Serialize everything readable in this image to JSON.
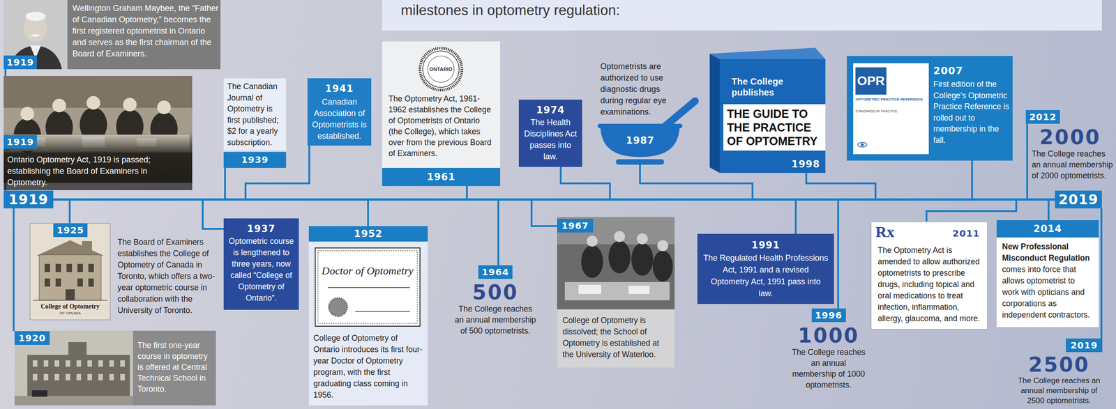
{
  "diagram": {
    "nodes": [
      {
        "text": [
          "milestones in optometry regulation:"
        ]
      },
      {
        "text": [
          "Wellington Graham Maybee, the “Father of Canadian Optometry,” becomes the first registered optometrist in Ontario and serves as the first chairman of the Board of Examiners.",
          "1919"
        ]
      },
      {
        "text": [
          "1919",
          "Ontario Optometry Act, 1919 is passed; establishing the Board of Examiners in Optometry."
        ]
      },
      {
        "text": [
          "1919"
        ]
      },
      {
        "text": [
          "The Canadian Journal of Optometry is first published; $2 for a yearly subscription.",
          "1939"
        ]
      },
      {
        "text": [
          "1941",
          "Canadian Association of Optometrists is established."
        ]
      },
      {
        "text": [
          "The Optometry Act, 1961-1962 establishes the College of Optometrists of Ontario (the College), which takes over from the previous Board of Examiners.",
          "1961"
        ]
      },
      {
        "text": [
          "1974",
          "The Health Disciplines Act passes into law."
        ]
      },
      {
        "text": [
          "Optometrists are authorized to use diagnostic drugs during regular eye examinations.",
          "1987"
        ]
      },
      {
        "text": [
          "The College publishes",
          "THE GUIDE TO THE PRACTICE OF OPTOMETRY",
          "1998"
        ]
      },
      {
        "text": [
          "2007",
          "First edition of the College’s Optometric Practice Reference is rolled out to membership in the fall."
        ]
      },
      {
        "text": [
          "2012",
          "2000",
          "The College reaches an annual membership of 2000 optometrists."
        ]
      },
      {
        "text": [
          "2019"
        ]
      },
      {
        "text": [
          "1925",
          "The Board of Examiners establishes the College of Optometry of Canada in Toronto, which offers a two-year optometric course in collaboration with the University of Toronto."
        ]
      },
      {
        "text": [
          "1920",
          "The first one-year course in optometry is offered at Central Technical School in Toronto."
        ]
      },
      {
        "text": [
          "1937",
          "Optometric course is lengthened to three years, now called “College of Optometry of Ontario”."
        ]
      },
      {
        "text": [
          "1952",
          "College of Optometry of Ontario introduces its first four-year Doctor of Optometry program, with the first graduating class coming in 1956."
        ]
      },
      {
        "text": [
          "1964",
          "500",
          "The College reaches an annual membership of 500 optometrists."
        ]
      },
      {
        "text": [
          "1967",
          "College of Optometry is dissolved; the School of Optometry is established at the University of Waterloo."
        ]
      },
      {
        "text": [
          "1991",
          "The Regulated Health Professions Act, 1991 and a revised Optometry Act, 1991 pass into law."
        ]
      },
      {
        "text": [
          "1996",
          "1000",
          "The College reaches an annual membership of 1000 optometrists."
        ]
      },
      {
        "text": [
          "2011",
          "The Optometry Act is amended to allow authorized optometrists to prescribe drugs, including topical and oral medications to treat infection, inflammation, allergy, glaucoma, and more."
        ]
      },
      {
        "text": [
          "2014",
          "New Professional Misconduct Regulation",
          "comes into force that allows optometrist to work with opticians and corporations as independent contractors."
        ]
      },
      {
        "text": [
          "2019",
          "2500",
          "The College reaches an annual membership of 2500 optometrists."
        ]
      }
    ],
    "edges": [
      {
        "from": 3,
        "to": 12,
        "arrow": "none"
      }
    ],
    "labels": [
      "ONTARIO",
      "OPR",
      "OPTOMETRIC PRACTICE REFERENCE",
      "STANDARDS OF PRACTICE",
      "College of Optometry",
      "OF CANADA",
      "Doctor of Optometry",
      "Rx"
    ]
  }
}
